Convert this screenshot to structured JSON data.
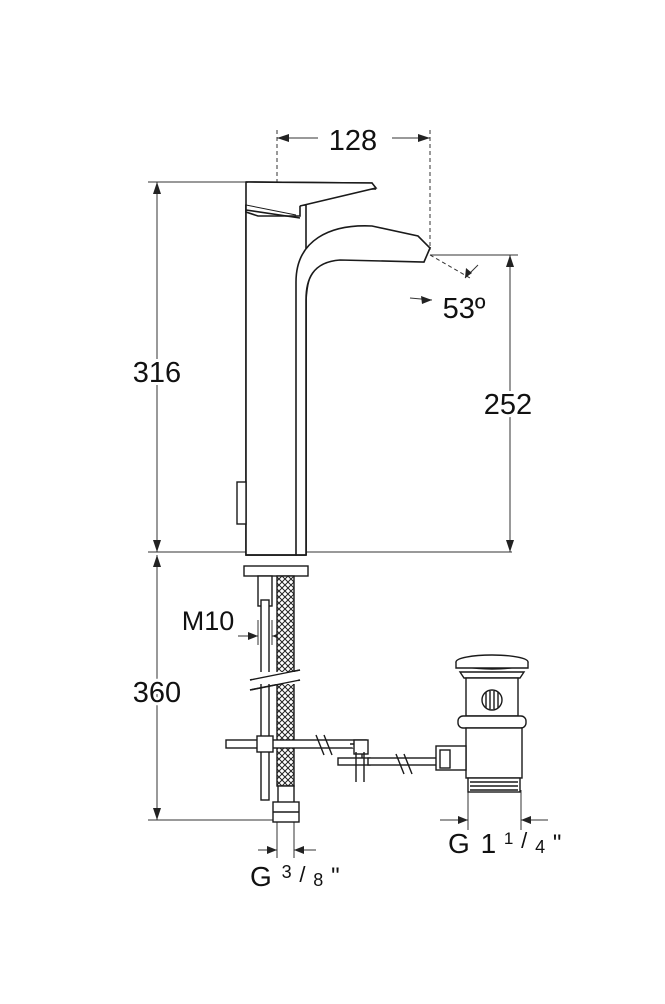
{
  "dimensions": {
    "spout_reach": "128",
    "total_height": "316",
    "outlet_height": "252",
    "spout_angle": "53º",
    "below_deck_length": "360",
    "thread_m": "M10",
    "supply_thread": {
      "prefix": "G",
      "num": "3",
      "den": "8",
      "unit": "\""
    },
    "waste_thread": {
      "prefix": "G",
      "whole": "1",
      "num": "1",
      "den": "4",
      "unit": "\""
    }
  },
  "colors": {
    "line": "#1a1a1a",
    "dim": "#333333",
    "background": "#ffffff"
  }
}
